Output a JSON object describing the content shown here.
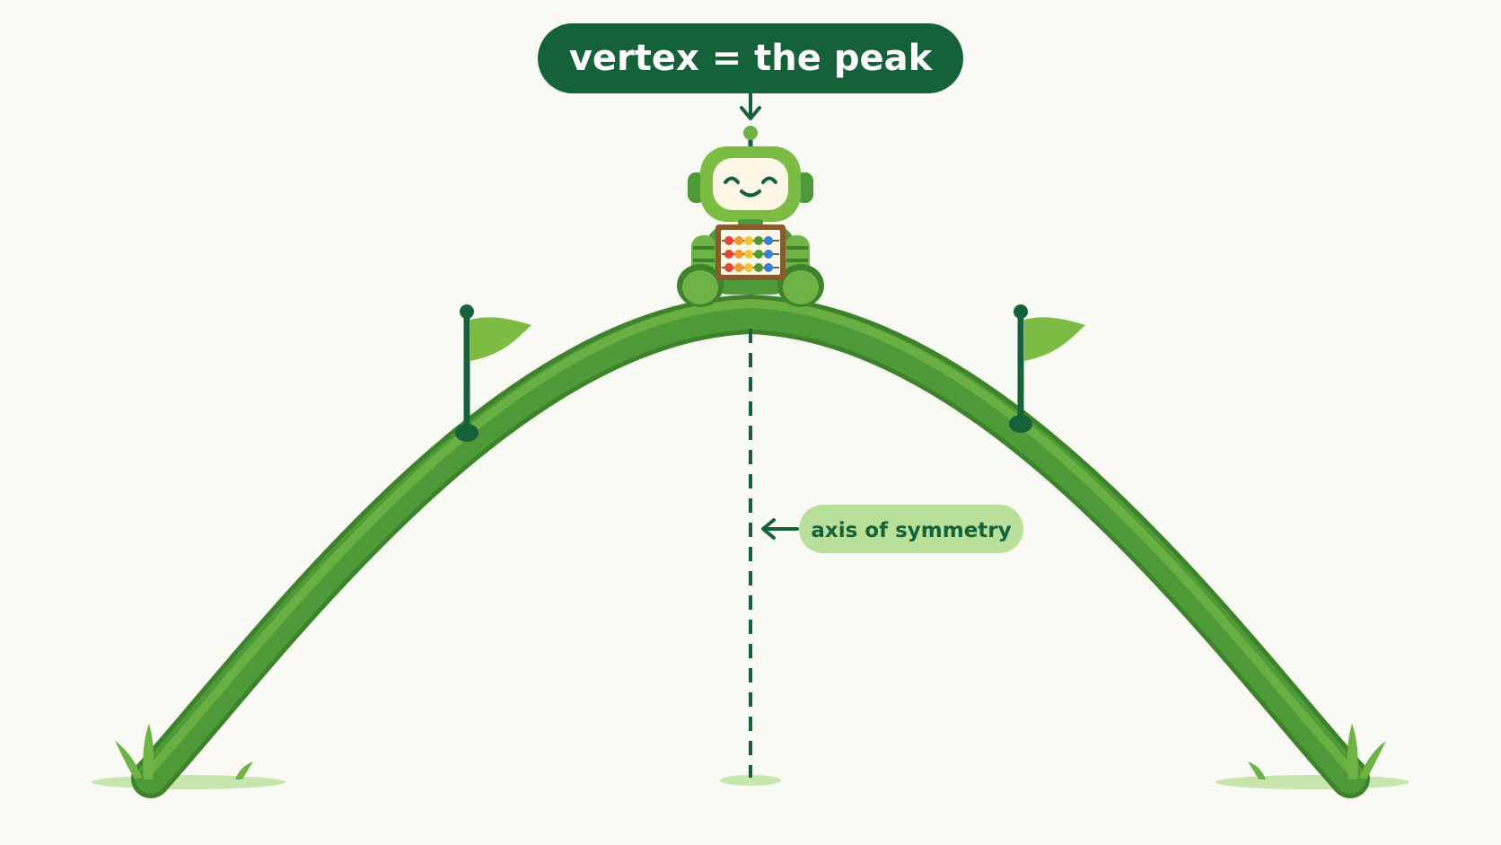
{
  "vertex_label": {
    "text": "vertex = the peak"
  },
  "axis_label": {
    "text": "axis of symmetry"
  },
  "colors": {
    "background": "#fafaf4",
    "dark_green": "#14613a",
    "slide_green": "#4f9a38",
    "slide_light": "#6fb347",
    "slide_dark": "#3e832b",
    "flag_green": "#7cbc45",
    "pill_light": "#b9e09a",
    "grass": "#c7e6ad"
  },
  "icons": [
    "robot-mascot",
    "abacus-icon",
    "flag-icon",
    "grass-tuft-icon",
    "arrow-down-icon",
    "arrow-left-icon"
  ]
}
